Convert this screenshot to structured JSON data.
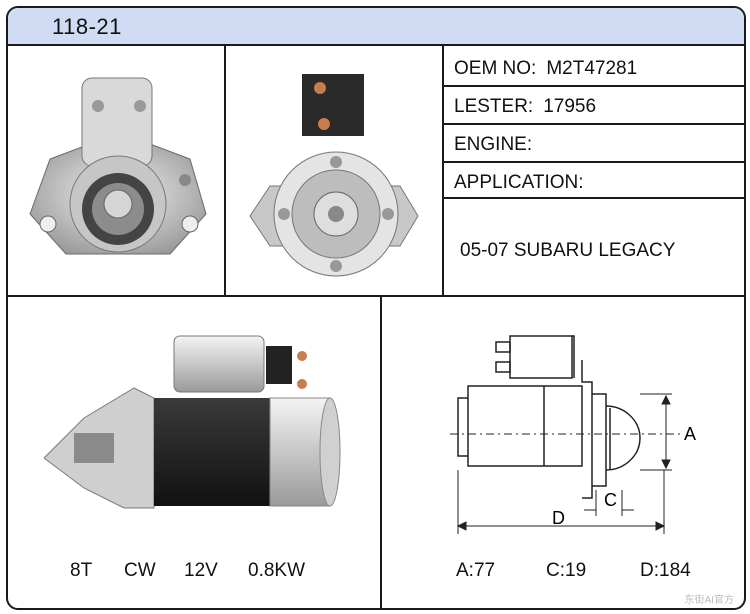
{
  "header": {
    "part_number": "118-21"
  },
  "specs": {
    "oem_label": "OEM NO:",
    "oem_value": "M2T47281",
    "lester_label": "LESTER:",
    "lester_value": "17956",
    "engine_label": "ENGINE:",
    "engine_value": "",
    "application_label": "APPLICATION:",
    "application_value": "05-07 SUBARU LEGACY"
  },
  "features": {
    "teeth": "8T",
    "rotation": "CW",
    "voltage": "12V",
    "power": "0.8KW"
  },
  "diagram": {
    "label_a": "A",
    "label_c": "C",
    "label_d": "D",
    "dim_a": "A:77",
    "dim_c": "C:19",
    "dim_d": "D:184"
  },
  "watermark": "东街AI官方"
}
